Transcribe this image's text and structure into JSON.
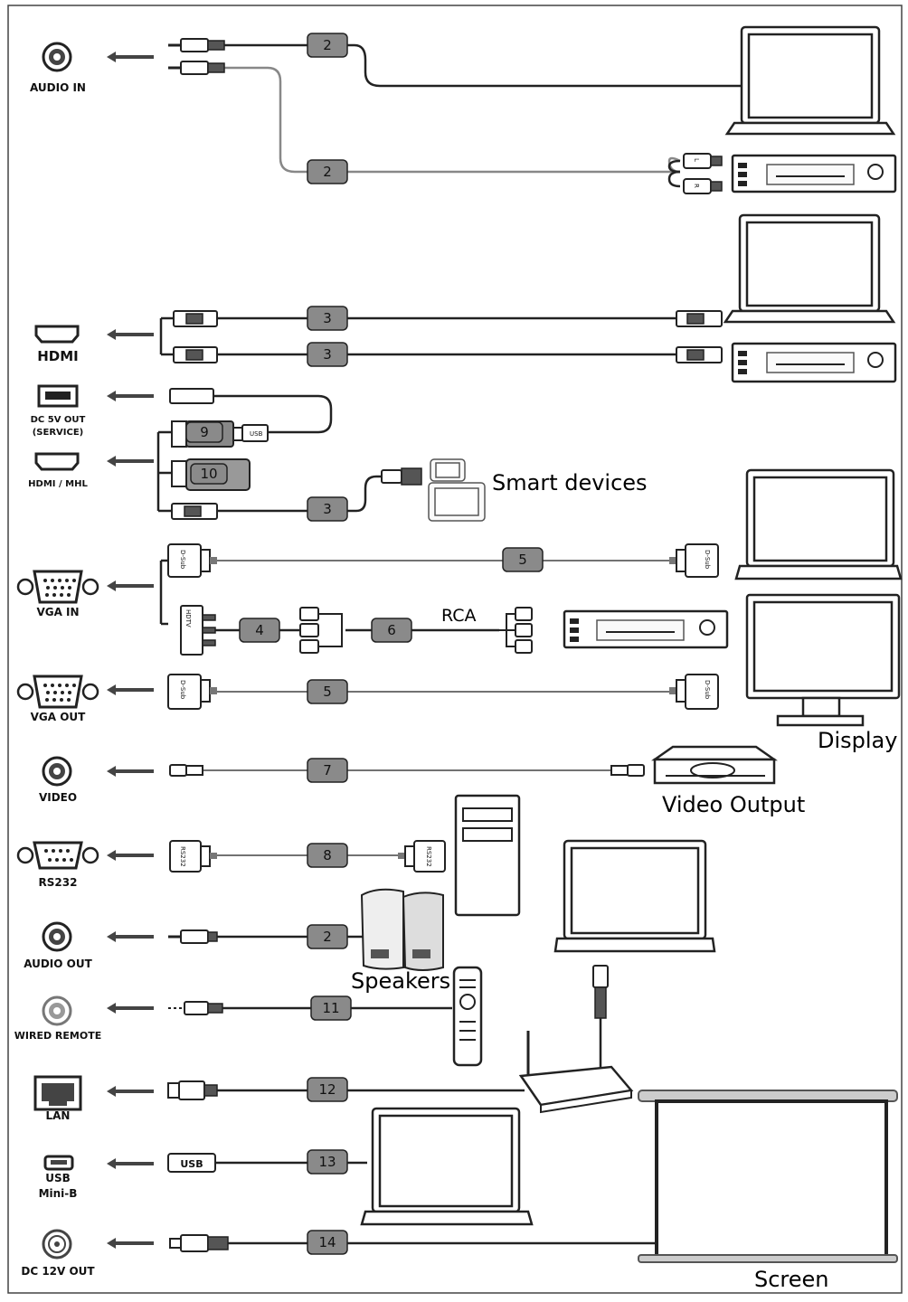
{
  "ports": [
    {
      "key": "audio-in",
      "lines": [
        "AUDIO IN"
      ]
    },
    {
      "key": "hdmi",
      "lines": [
        "HDMI"
      ]
    },
    {
      "key": "dc-5v-out",
      "lines": [
        "DC 5V OUT",
        "(SERVICE)"
      ]
    },
    {
      "key": "hdmi-mhl",
      "lines": [
        "HDMI / MHL"
      ]
    },
    {
      "key": "vga-in",
      "lines": [
        "VGA IN"
      ]
    },
    {
      "key": "vga-out",
      "lines": [
        "VGA OUT"
      ]
    },
    {
      "key": "video",
      "lines": [
        "VIDEO"
      ]
    },
    {
      "key": "rs232",
      "lines": [
        "RS232"
      ]
    },
    {
      "key": "audio-out",
      "lines": [
        "AUDIO OUT"
      ]
    },
    {
      "key": "wired-remote",
      "lines": [
        "WIRED REMOTE"
      ]
    },
    {
      "key": "lan",
      "lines": [
        "LAN"
      ]
    },
    {
      "key": "usb-mini-b",
      "lines": [
        "USB",
        "Mini-B"
      ]
    },
    {
      "key": "dc-12v-out",
      "lines": [
        "DC 12V OUT"
      ]
    }
  ],
  "cable_numbers": [
    "2",
    "2",
    "3",
    "3",
    "9",
    "10",
    "3",
    "5",
    "4",
    "6",
    "5",
    "7",
    "8",
    "2",
    "11",
    "12",
    "13",
    "14"
  ],
  "device_labels": {
    "smart_devices": "Smart devices",
    "rca": "RCA",
    "display": "Display",
    "video_output": "Video Output",
    "speakers": "Speakers",
    "screen": "Screen"
  },
  "connector_labels": {
    "usb": "USB",
    "d_sub": "D-Sub",
    "hdtv": "HDTV",
    "rs232": "RS232",
    "audio_l": "L",
    "audio_r": "R"
  }
}
